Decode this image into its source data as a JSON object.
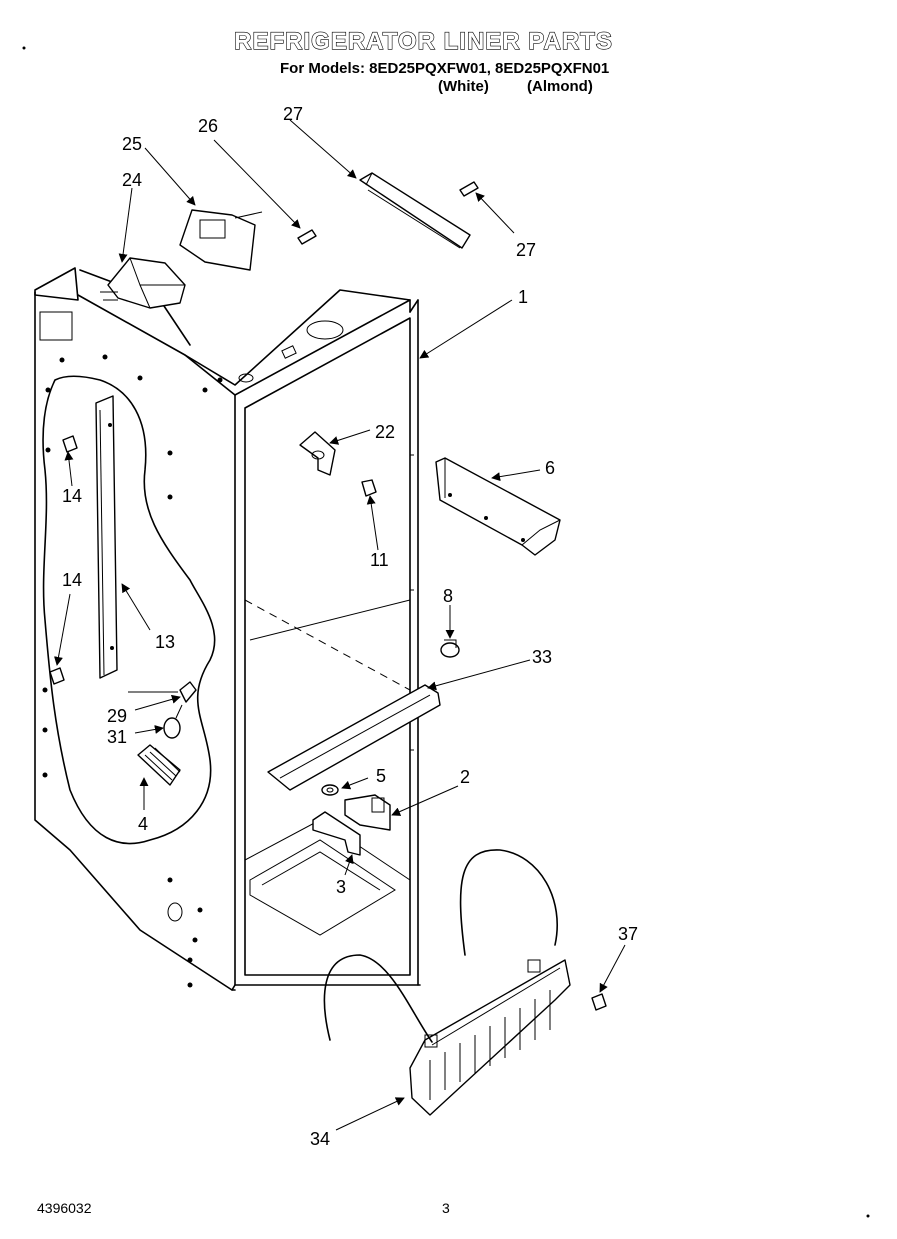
{
  "header": {
    "title": "REFRIGERATOR LINER PARTS",
    "models_line": "For Models: 8ED25PQXFW01, 8ED25PQXFN01",
    "color_white": "(White)",
    "color_almond": "(Almond)"
  },
  "footer": {
    "document_number": "4396032",
    "page_number": "3"
  },
  "callouts": [
    "1",
    "2",
    "3",
    "4",
    "5",
    "6",
    "8",
    "11",
    "13",
    "14",
    "14",
    "22",
    "24",
    "25",
    "26",
    "27",
    "27",
    "29",
    "31",
    "33",
    "34",
    "37"
  ]
}
